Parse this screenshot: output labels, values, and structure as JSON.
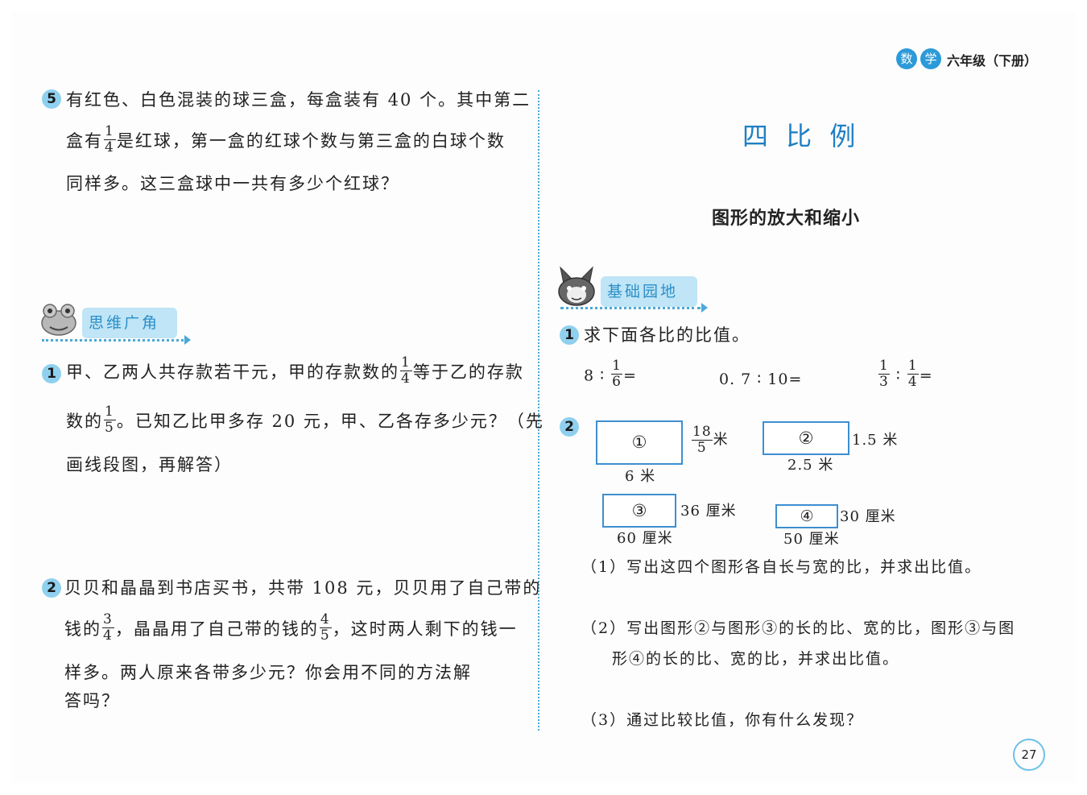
{
  "header": {
    "badge1": "数",
    "badge2": "学",
    "grade": "六年级（下册）",
    "page_number": "27"
  },
  "left": {
    "q5": {
      "num": "5",
      "line1": "有红色、白色混装的球三盒，每盒装有 40 个。其中第二",
      "line2_a": "盒有",
      "frac_n": "1",
      "frac_d": "4",
      "line2_b": "是红球，第一盒的红球个数与第三盒的白球个数",
      "line3": "同样多。这三盒球中一共有多少个红球？"
    },
    "section_title": "思维广角",
    "q1": {
      "num": "1",
      "line1_a": "甲、乙两人共存款若干元，甲的存款数的",
      "frac1_n": "1",
      "frac1_d": "4",
      "line1_b": "等于乙的存款",
      "line2_a": "数的",
      "frac2_n": "1",
      "frac2_d": "5",
      "line2_b": "。已知乙比甲多存 20 元，甲、乙各存多少元？（先",
      "line3": "画线段图，再解答）"
    },
    "q2": {
      "num": "2",
      "line1": "贝贝和晶晶到书店买书，共带 108 元，贝贝用了自己带的",
      "line2_a": "钱的",
      "frac1_n": "3",
      "frac1_d": "4",
      "line2_b": "，晶晶用了自己带的钱的",
      "frac2_n": "4",
      "frac2_d": "5",
      "line2_c": "，这时两人剩下的钱一",
      "line3": "样多。两人原来各带多少元？你会用不同的方法解",
      "line4": "答吗？"
    }
  },
  "right": {
    "unit_title": "四 比 例",
    "lesson_title": "图形的放大和缩小",
    "section_title": "基础园地",
    "q1": {
      "num": "1",
      "text": "求下面各比的比值。",
      "expr1_a": "8 ∶",
      "expr1_fn": "1",
      "expr1_fd": "6",
      "expr1_b": "=",
      "expr2": "0. 7 ∶ 10=",
      "expr3_f1n": "1",
      "expr3_f1d": "3",
      "expr3_mid": "∶",
      "expr3_f2n": "1",
      "expr3_f2d": "4",
      "expr3_b": "="
    },
    "q2": {
      "num": "2",
      "shapes": [
        {
          "label": "①",
          "length": "6 米",
          "width_n": "18",
          "width_d": "5",
          "width_unit": "米"
        },
        {
          "label": "②",
          "length": "2.5 米",
          "width": "1.5 米"
        },
        {
          "label": "③",
          "length": "60 厘米",
          "width": "36 厘米"
        },
        {
          "label": "④",
          "length": "50 厘米",
          "width": "30 厘米"
        }
      ],
      "sub1": "（1）写出这四个图形各自长与宽的比，并求出比值。",
      "sub2_line1": "（2）写出图形②与图形③的长的比、宽的比，图形③与图",
      "sub2_line2": "形④的长的比、宽的比，并求出比值。",
      "sub3": "（3）通过比较比值，你有什么发现？"
    }
  }
}
